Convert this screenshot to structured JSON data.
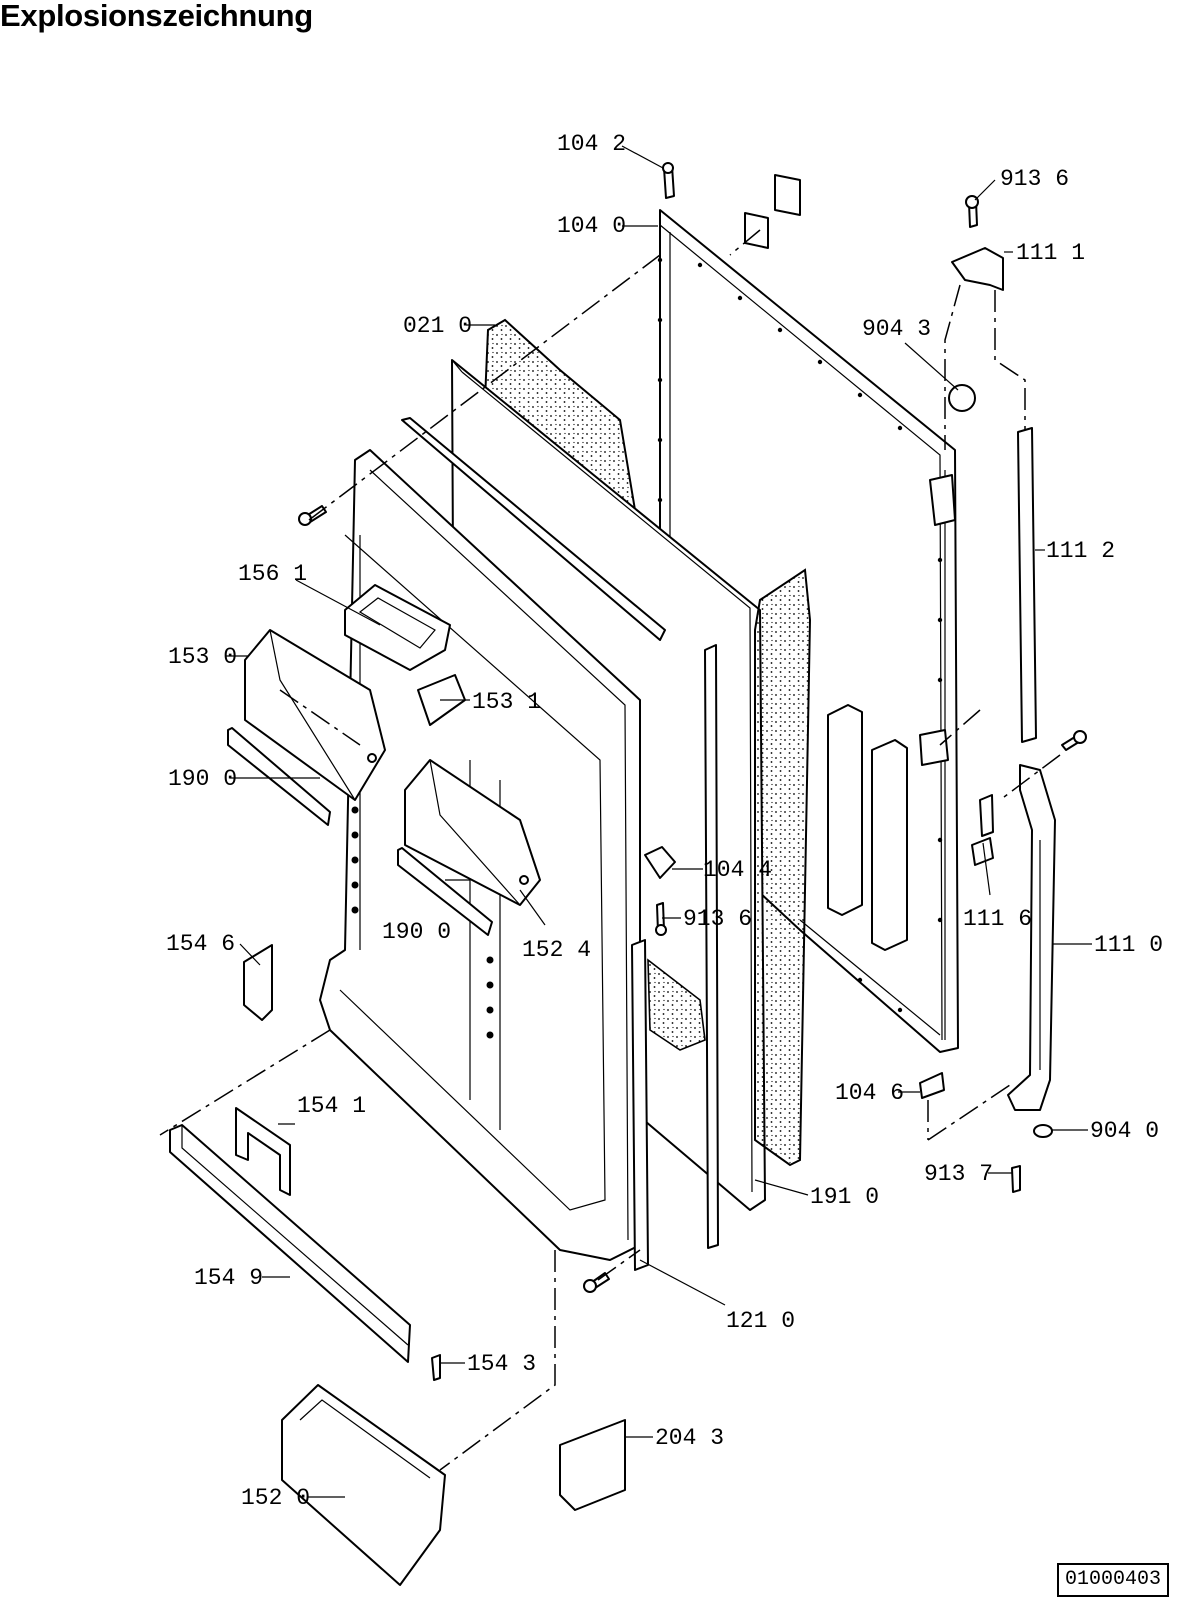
{
  "title": "Explosionszeichnung",
  "document_number": "01000403",
  "labels": {
    "p1042": "104 2",
    "p1040": "104 0",
    "p9136_top": "913 6",
    "p1111": "111 1",
    "p0210": "021 0",
    "p9043": "904 3",
    "p1112": "111 2",
    "p1561": "156 1",
    "p1530": "153 0",
    "p1531": "153 1",
    "p1900_left": "190 0",
    "p1044": "104 4",
    "p9136_mid": "913 6",
    "p1116": "111 6",
    "p1546": "154 6",
    "p1900_mid": "190 0",
    "p1524": "152 4",
    "p1110": "111 0",
    "p1046": "104 6",
    "p9040": "904 0",
    "p1541": "154 1",
    "p9137": "913 7",
    "p1910": "191 0",
    "p1549": "154 9",
    "p1210": "121 0",
    "p1543": "154 3",
    "p2043": "204 3",
    "p1520": "152 0"
  }
}
